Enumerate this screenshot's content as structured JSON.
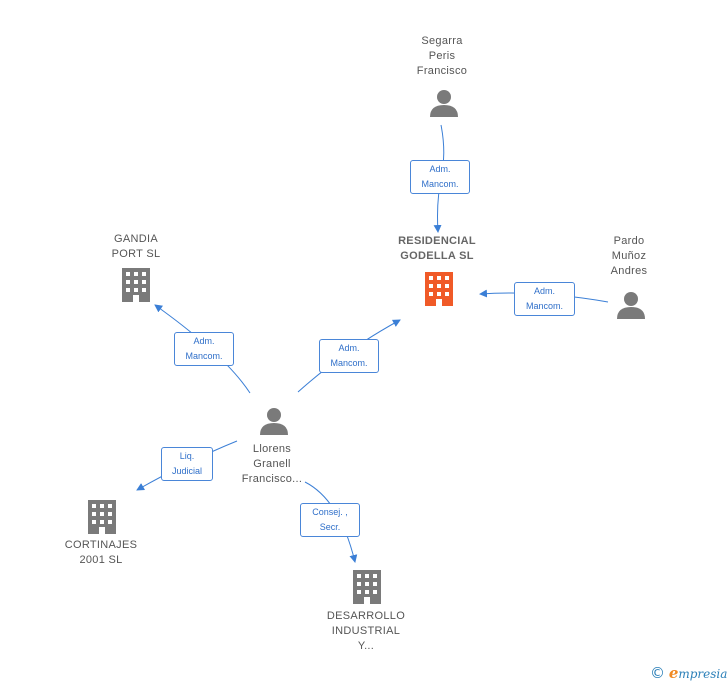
{
  "colors": {
    "edge": "#3b7fd6",
    "person": "#7a7a7a",
    "building": "#7a7a7a",
    "main_building": "#f05a28"
  },
  "nodes": {
    "segarra": {
      "label": "Segarra\nPeris\nFrancisco",
      "icon": "person-icon"
    },
    "residencial": {
      "label": "RESIDENCIAL\nGODELLA  SL",
      "icon": "building-icon"
    },
    "pardo": {
      "label": "Pardo\nMuñoz\nAndres",
      "icon": "person-icon"
    },
    "gandia": {
      "label": "GANDIA\nPORT  SL",
      "icon": "building-icon"
    },
    "llorens": {
      "label": "Llorens\nGranell\nFrancisco...",
      "icon": "person-icon"
    },
    "cortinajes": {
      "label": "CORTINAJES\n2001  SL",
      "icon": "building-icon"
    },
    "desarrollo": {
      "label": "DESARROLLO\nINDUSTRIAL\nY...",
      "icon": "building-icon"
    }
  },
  "edges": {
    "segarra_residencial": "Adm.\nMancom.",
    "pardo_residencial": "Adm.\nMancom.",
    "llorens_gandia": "Adm.\nMancom.",
    "llorens_residencial": "Adm.\nMancom.",
    "llorens_cortinajes": "Liq.\nJudicial",
    "llorens_desarrollo": "Consej. ,\nSecr."
  },
  "brand": {
    "copyright": "©",
    "initial": "e",
    "name": "mpresia"
  }
}
